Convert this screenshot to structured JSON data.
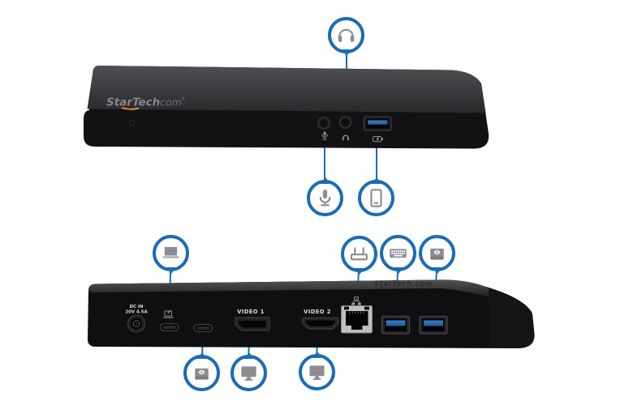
{
  "diagram": {
    "description": "USB-C docking station front and rear views with port callouts",
    "accent_blue": "#1b6cb4",
    "device_color": "#101013",
    "usb_blue": "#2e6cb4",
    "icon_gray": "#8d8d91"
  },
  "front_view": {
    "logo_brand": "StarTech",
    "logo_suffix": ".com",
    "logo_mark": "®",
    "ports": [
      "microphone-jack",
      "headset-jack",
      "usb-a-fast-charge-port"
    ]
  },
  "rear_view": {
    "logo_faint": "StarTech.com",
    "dc_in_line1": "DC IN",
    "dc_in_line2": "20V 4.5A",
    "video1_label": "VIDEO 1",
    "video2_label": "VIDEO 2",
    "ports": [
      "dc-power-in",
      "usb-c-host-port",
      "usb-c-port",
      "displayport-video1",
      "hdmi-video2",
      "gigabit-ethernet",
      "usb-a-port-1",
      "usb-a-port-2"
    ]
  },
  "callouts": [
    {
      "icon": "headphones-icon",
      "target": "headset-jack"
    },
    {
      "icon": "microphone-icon",
      "target": "microphone-jack"
    },
    {
      "icon": "tablet-icon",
      "target": "usb-a-fast-charge-port"
    },
    {
      "icon": "laptop-icon",
      "target": "usb-c-host-port"
    },
    {
      "icon": "wireless-router-icon",
      "target": "gigabit-ethernet"
    },
    {
      "icon": "keyboard-icon",
      "target": "usb-a-port-1"
    },
    {
      "icon": "hard-drive-icon",
      "target": "usb-a-port-2"
    },
    {
      "icon": "hard-drive-icon",
      "target": "usb-c-port"
    },
    {
      "icon": "monitor-icon",
      "target": "displayport-video1"
    },
    {
      "icon": "monitor-icon",
      "target": "hdmi-video2"
    }
  ]
}
